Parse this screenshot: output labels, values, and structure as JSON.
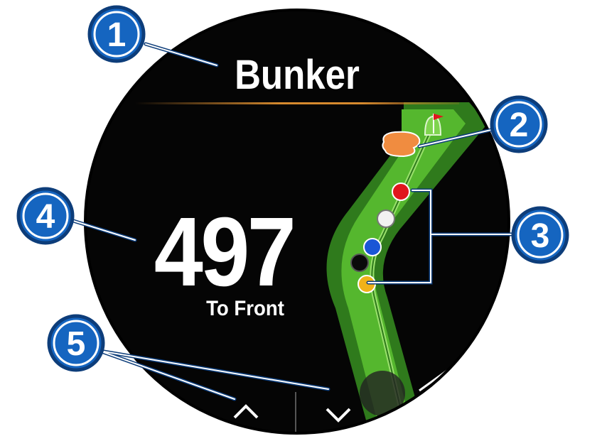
{
  "screen": {
    "title": "Bunker",
    "distance_value": "497",
    "distance_label": "To Front"
  },
  "callouts": [
    "1",
    "2",
    "3",
    "4",
    "5"
  ],
  "icons": {
    "scroll_up": "chevron-up-icon",
    "scroll_down": "chevron-down-icon",
    "pin": "flag-icon"
  },
  "colors": {
    "callout_fill": "#1565c0",
    "callout_border": "#0d3d7a",
    "watch_bg": "#050505",
    "fairway": "#55b72e",
    "rough": "#2f7a1c",
    "bunker": "#f08c40",
    "divider": "#d68a2e",
    "marker_red": "#e0161c",
    "marker_white": "#f2f2f2",
    "marker_blue": "#1a56d6",
    "marker_black": "#0a0a0a",
    "marker_gold": "#f0b21a"
  }
}
